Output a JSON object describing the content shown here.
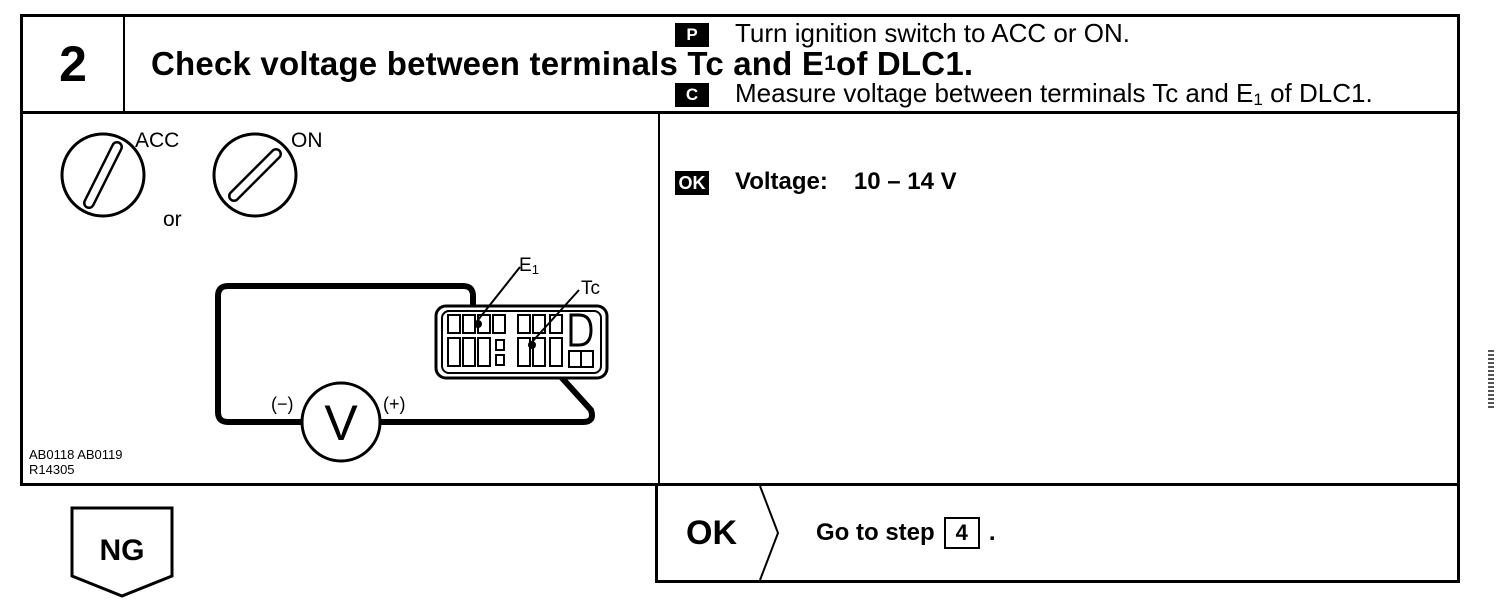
{
  "header": {
    "step_number": "2",
    "title_main": "Check voltage between terminals Tc and E",
    "title_sub": "1",
    "title_end": " of DLC1."
  },
  "diagram": {
    "label_acc": "ACC",
    "label_on": "ON",
    "label_or": "or",
    "label_e1": "E",
    "label_e1_sub": "1",
    "label_tc": "Tc",
    "label_minus": "(−)",
    "label_plus": "(+)",
    "meter_symbol": "V",
    "ref_line1": "AB0118 AB0119",
    "ref_line2": "R14305"
  },
  "steps": {
    "p_badge": "P",
    "p_text": "Turn ignition switch to ACC or ON.",
    "c_badge": "C",
    "c_text_main": "Measure voltage between terminals Tc and E",
    "c_text_sub": "1",
    "c_text_end": " of DLC1.",
    "ok_badge": "OK",
    "ok_label": "Voltage:",
    "ok_value": "10 – 14 V"
  },
  "footer": {
    "ng_label": "NG",
    "ok_label": "OK",
    "goto_prefix": "Go to step",
    "goto_step": "4",
    "goto_suffix": "."
  }
}
